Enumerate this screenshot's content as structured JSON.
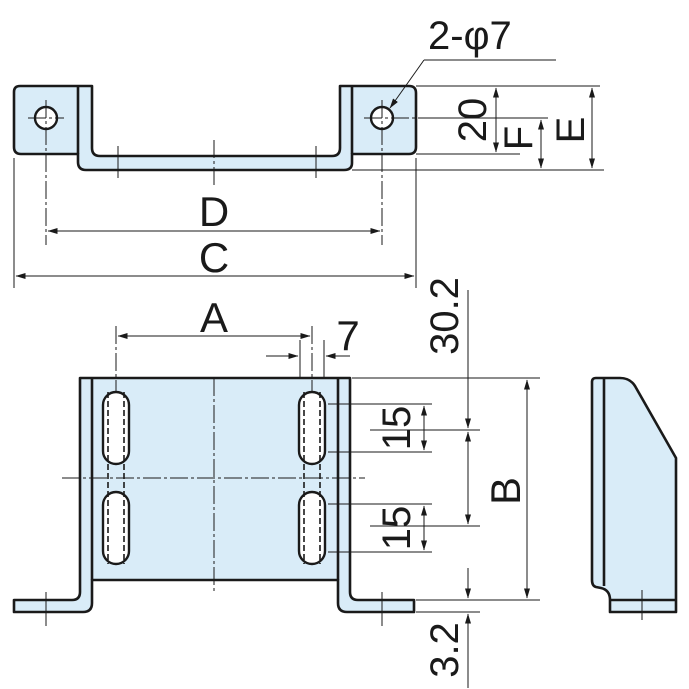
{
  "labels": {
    "hole_spec": "2-φ7",
    "dim_20": "20",
    "dim_F": "F",
    "dim_E": "E",
    "dim_D": "D",
    "dim_C": "C",
    "dim_A": "A",
    "dim_7": "7",
    "dim_30_2": "30.2",
    "dim_15_upper": "15",
    "dim_15_lower": "15",
    "dim_B": "B",
    "dim_3_2": "3.2"
  },
  "colors": {
    "part_fill": "#d9ecf8",
    "line": "#1a1a1a",
    "background": "#ffffff"
  }
}
